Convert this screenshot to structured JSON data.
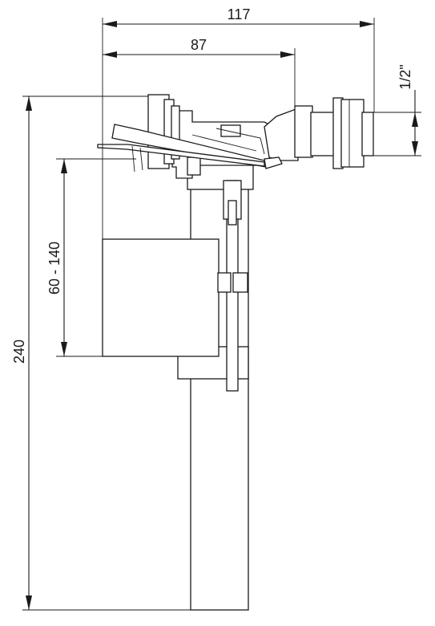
{
  "dimensions": {
    "overall_width": "117",
    "inlet_offset": "87",
    "thread_size": "1/2\"",
    "height_range": "60 - 140",
    "overall_height": "240"
  },
  "colors": {
    "stroke": "#1a1a1a",
    "background": "#ffffff"
  }
}
